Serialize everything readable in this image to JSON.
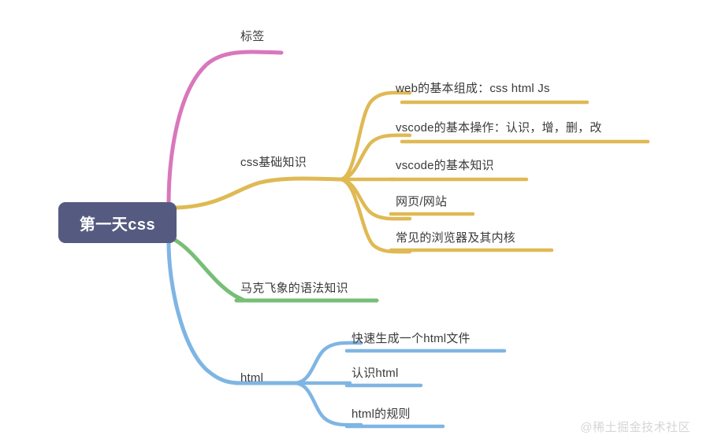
{
  "diagram": {
    "type": "mind-map",
    "title": "第一天css",
    "watermark": "@稀土掘金技术社区",
    "colors": {
      "root_fill": "#555B80",
      "root_text": "#ffffff",
      "branch_pink": "#D977BC",
      "branch_gold": "#DFB954",
      "branch_green": "#77BE77",
      "branch_blue": "#7FB5E3",
      "label_text": "#3a3a3a",
      "watermark_text": "#d6d6d6",
      "background": "#ffffff"
    },
    "root": {
      "label": "第一天css"
    },
    "branches": [
      {
        "id": "tags",
        "label": "标签",
        "color": "#D977BC",
        "children": []
      },
      {
        "id": "css-basics",
        "label": "css基础知识",
        "color": "#DFB954",
        "children": [
          {
            "id": "web-composition",
            "label": "web的基本组成：css html Js"
          },
          {
            "id": "vscode-operations",
            "label": "vscode的基本操作：认识，增，删，改"
          },
          {
            "id": "vscode-knowledge",
            "label": "vscode的基本知识"
          },
          {
            "id": "webpage-website",
            "label": "网页/网站"
          },
          {
            "id": "browsers-engines",
            "label": "常见的浏览器及其内核"
          }
        ]
      },
      {
        "id": "maxiang-syntax",
        "label": "马克飞象的语法知识",
        "color": "#77BE77",
        "children": []
      },
      {
        "id": "html",
        "label": "html",
        "color": "#7FB5E3",
        "children": [
          {
            "id": "quick-generate-html",
            "label": "快速生成一个html文件"
          },
          {
            "id": "know-html",
            "label": "认识html"
          },
          {
            "id": "html-rules",
            "label": "html的规则"
          }
        ]
      }
    ]
  }
}
